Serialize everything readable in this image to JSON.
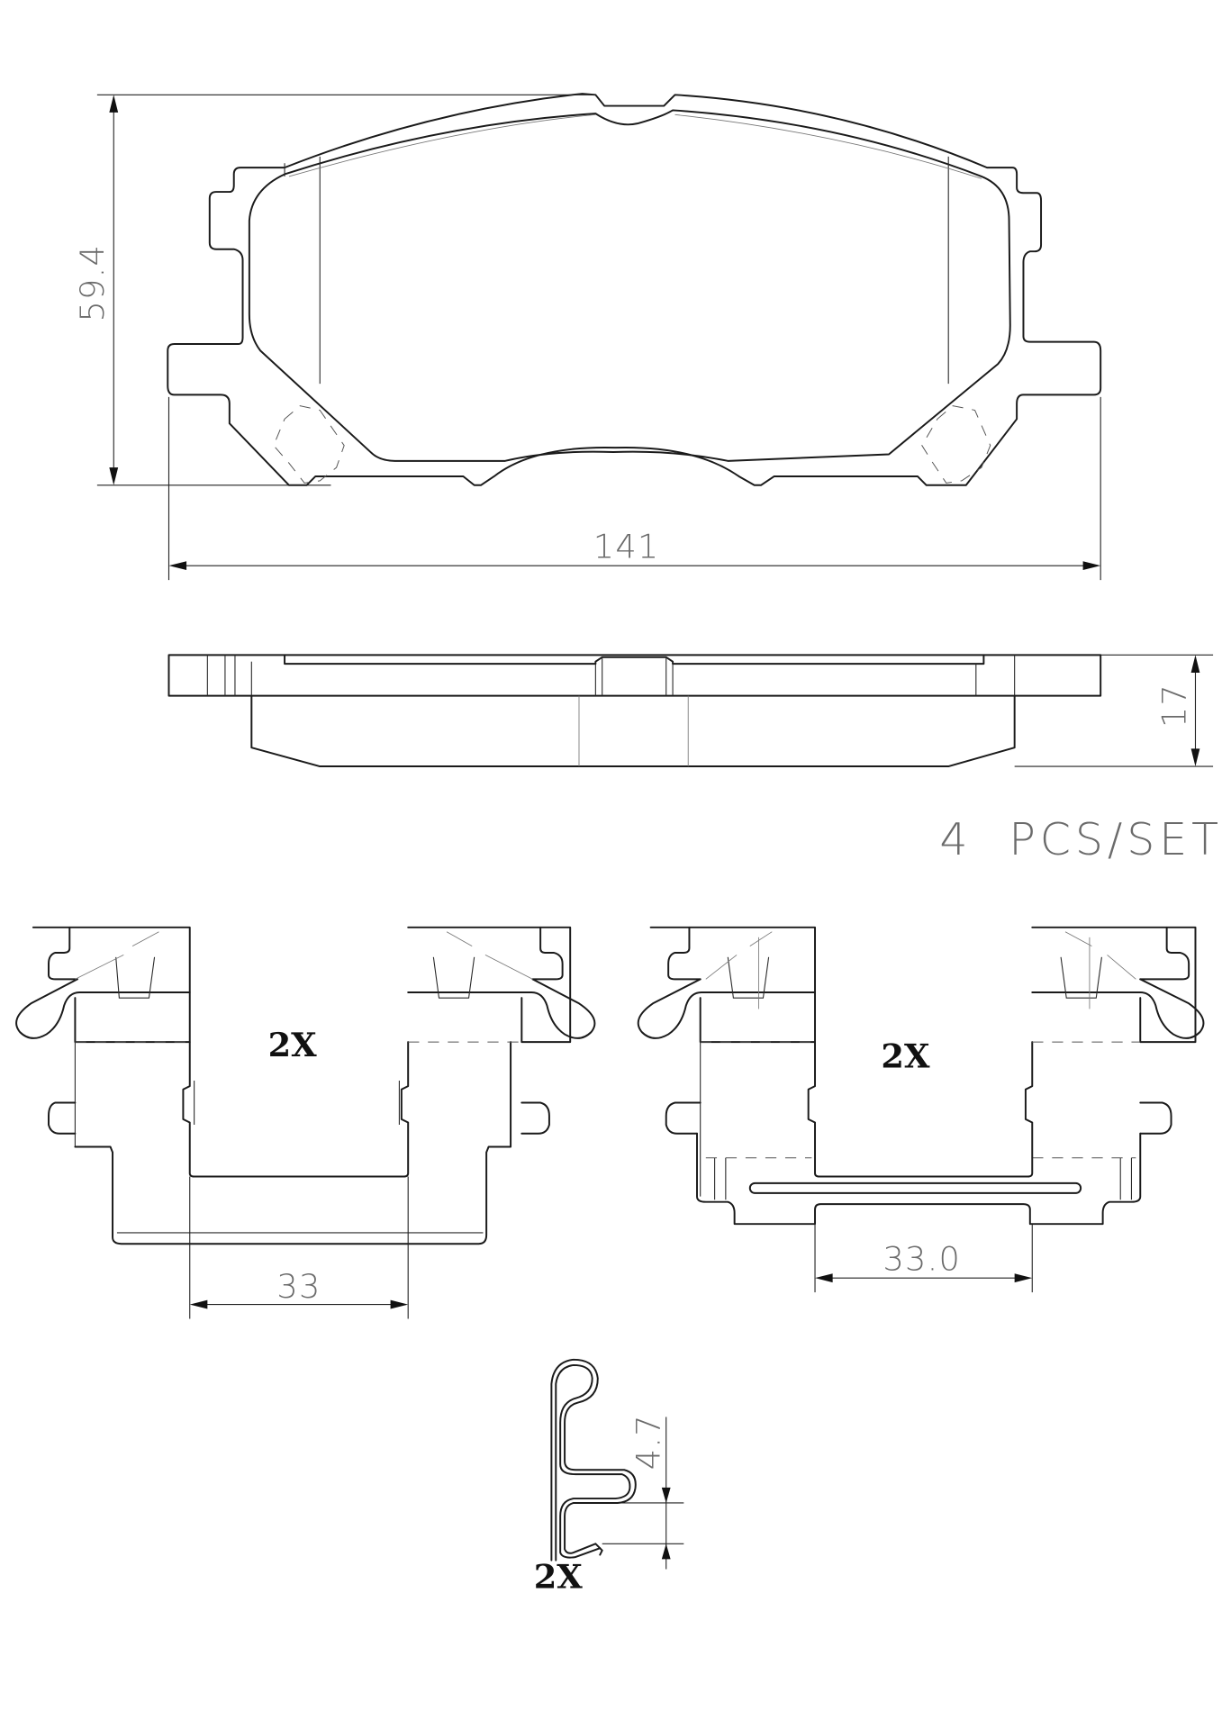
{
  "drawing": {
    "type": "brake pad set technical drawing",
    "pad_front_view": {
      "height_dimension": "59.4",
      "width_dimension": "141"
    },
    "pad_side_view": {
      "thickness_dimension": "17"
    },
    "set_quantity_label": "4  PCS/SET",
    "hardware_clip_left": {
      "quantity_label": "2X",
      "width_dimension": "33"
    },
    "hardware_clip_right": {
      "quantity_label": "2X",
      "width_dimension": "33.0"
    },
    "wear_spring": {
      "quantity_label": "2X",
      "gap_dimension": "4.7"
    },
    "colors": {
      "line": "#1a1a1a",
      "dimension_text": "#6b6b6b",
      "background": "#ffffff"
    }
  }
}
